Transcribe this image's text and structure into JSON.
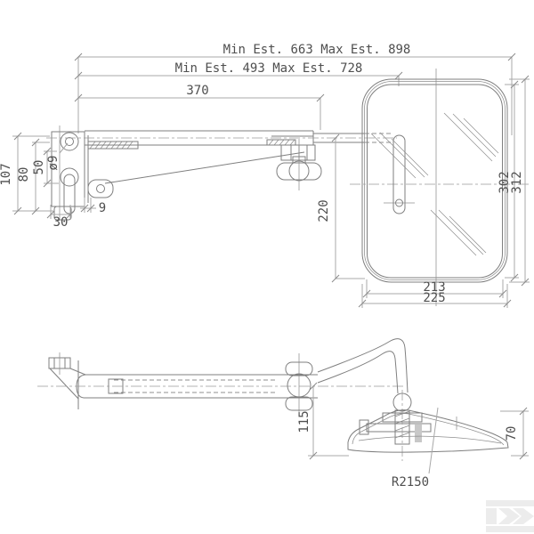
{
  "colors": {
    "background": "#ffffff",
    "part_line": "#7f7f7f",
    "dimension_line": "#a8a8a8",
    "text": "#4f4f4f",
    "logo": "#ececec"
  },
  "views": {
    "front": {
      "dims": {
        "overall_reach": "Min Est. 663 Max Est. 898",
        "reach_to_mirror": "Min Est. 493 Max Est. 728",
        "arm_length": "370",
        "bracket_height": "107",
        "bracket_clamp_span": "80",
        "bracket_clamp_inner": "50",
        "hole_diameter": "ø9",
        "bracket_tab": "9",
        "bracket_width": "30",
        "arm_to_mirror_bottom": "220",
        "glass_height": "302",
        "housing_height": "312",
        "glass_width": "213",
        "housing_width": "225"
      }
    },
    "side": {
      "dims": {
        "arm_drop": "115",
        "housing_depth": "70",
        "glass_radius": "R2150"
      }
    }
  },
  "logo": {
    "icon": "kramp-k-logo"
  }
}
